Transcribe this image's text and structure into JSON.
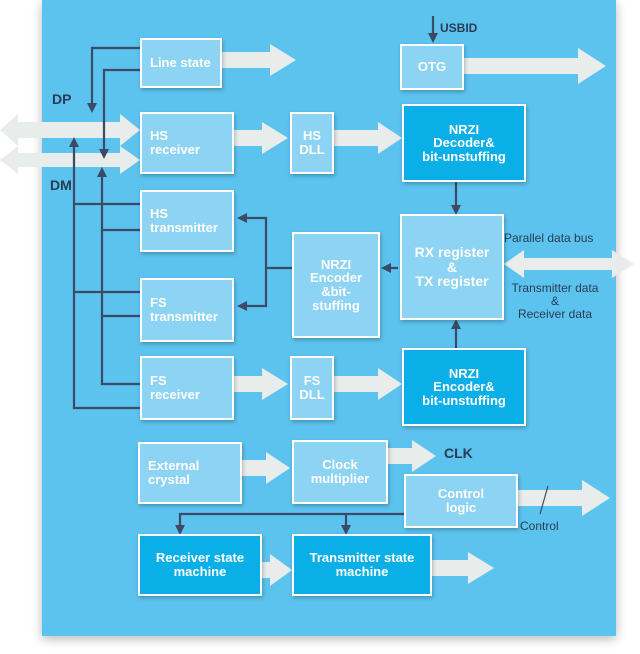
{
  "blocks": {
    "line_state": "Line state",
    "otg": "OTG",
    "hs_receiver": "HS\nreceiver",
    "hs_dll": "HS\nDLL",
    "nrzi_decoder": "NRZI\nDecoder&\nbit-unstuffing",
    "hs_transmitter": "HS\ntransmitter",
    "nrzi_encoder_mid": "NRZI\nEncoder\n&bit-\nstuffing",
    "rx_tx_register": "RX register\n&\nTX register",
    "fs_transmitter": "FS\ntransmitter",
    "fs_receiver": "FS\nreceiver",
    "fs_dll": "FS\nDLL",
    "nrzi_encoder_low": "NRZI\nEncoder&\nbit-unstuffing",
    "external_crystal": "External\ncrystal",
    "clock_multiplier": "Clock\nmultiplier",
    "control_logic": "Control\nlogic",
    "receiver_state_machine": "Receiver state\nmachine",
    "transmitter_state_machine": "Transmitter state\nmachine"
  },
  "labels": {
    "usbid": "USBID",
    "dp": "DP",
    "dm": "DM",
    "parallel_data_bus": "Parallel data bus",
    "transmitter_receiver_data": "Transmitter data\n&\nReceiver data",
    "clk": "CLK",
    "control": "Control"
  },
  "colors": {
    "panel_background": "#5cc3ef",
    "block_light": "#8dd3f3",
    "block_dark": "#0aafe8",
    "connector_line": "#3d4a66",
    "wide_arrow": "#e8ecea"
  }
}
